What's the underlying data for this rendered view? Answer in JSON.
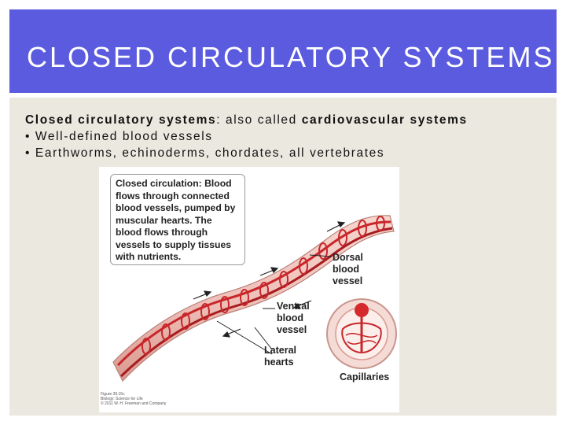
{
  "slide": {
    "title": "CLOSED CIRCULATORY SYSTEMS",
    "lines": [
      {
        "bold": "Closed circulatory systems",
        "text": ": also called ",
        "bold2": "cardiovascular systems"
      },
      {
        "text": "• Well-defined blood vessels"
      },
      {
        "text": "• Earthworms, echinoderms, chordates, all vertebrates"
      }
    ]
  },
  "figure": {
    "callout": "Closed circulation: Blood flows through connected blood vessels, pumped by muscular hearts. The blood flows through vessels to supply tissues with nutrients.",
    "labels": {
      "dorsal": "Dorsal blood vessel",
      "ventral": "Ventral blood vessel",
      "lateral": "Lateral hearts",
      "capillaries": "Capillaries"
    },
    "credit": "Figure 39.15c\nBiology: Science for Life\n© 2011 W. H. Freeman and Company"
  },
  "colors": {
    "title_bg": "#5b5bdf",
    "panel_bg": "#ebe8df",
    "vessel": "#c8262a",
    "worm": "#efc1ba"
  }
}
